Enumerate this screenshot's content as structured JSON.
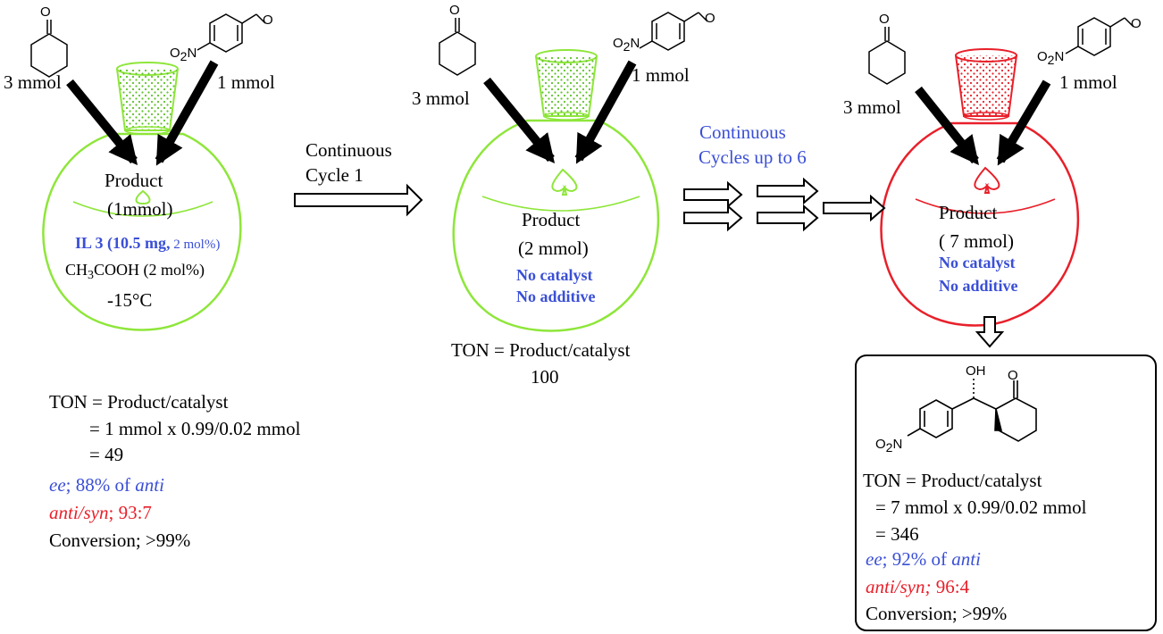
{
  "reagents": {
    "ketone_amount": "3 mmol",
    "aldehyde_amount": "1 mmol",
    "oxygen": "O",
    "nitro_o2_main": "O",
    "nitro_o2_sub": "2",
    "nitro_n": "N"
  },
  "flask1": {
    "product_label": "Product",
    "product_amount": "(1mmol)",
    "catalyst_bold": "IL 3 (10.5 mg,",
    "catalyst_rest": " 2 mol%)",
    "additive_pre": "CH",
    "additive_sub": "3",
    "additive_post": "COOH (2 mol%)",
    "temperature": "-15°C"
  },
  "flask2": {
    "product_label": "Product",
    "product_amount": "(2 mmol)",
    "no_catalyst": "No catalyst",
    "no_additive": "No additive"
  },
  "flask3": {
    "product_label": "Product",
    "product_amount": "( 7 mmol)",
    "no_catalyst": "No catalyst",
    "no_additive": "No additive"
  },
  "arrows": {
    "cycle1_line1": "Continuous",
    "cycle1_line2": "Cycle 1",
    "cycles6_line1": "Continuous",
    "cycles6_line2": "Cycles up to 6"
  },
  "results1": {
    "ton_line1": "TON = Product/catalyst",
    "ton_line2": "= 1 mmol x 0.99/0.02 mmol",
    "ton_line3": "= 49",
    "ee_label": "ee",
    "ee_text": "; 88% of ",
    "ee_anti": "anti",
    "dr_label": "anti/syn",
    "dr_sep": ";",
    "dr_value": " 93:7",
    "conversion": "Conversion; >99%"
  },
  "results2": {
    "ton_line1": "TON = Product/catalyst",
    "ton_line2": "100"
  },
  "results3": {
    "oh_label": "OH",
    "ton_line1": "TON = Product/catalyst",
    "ton_line2": "= 7 mmol x 0.99/0.02 mmol",
    "ton_line3": "= 346",
    "ee_label": "ee",
    "ee_text": "; 92% of ",
    "ee_anti": "anti",
    "dr_label": "anti/syn;",
    "dr_value": " 96:4",
    "conversion": "Conversion; >99%"
  },
  "colors": {
    "green_flask": "#8ee63a",
    "red_flask": "#e8202a",
    "blue_text": "#3a4fd6",
    "red_text": "#e8202a"
  }
}
